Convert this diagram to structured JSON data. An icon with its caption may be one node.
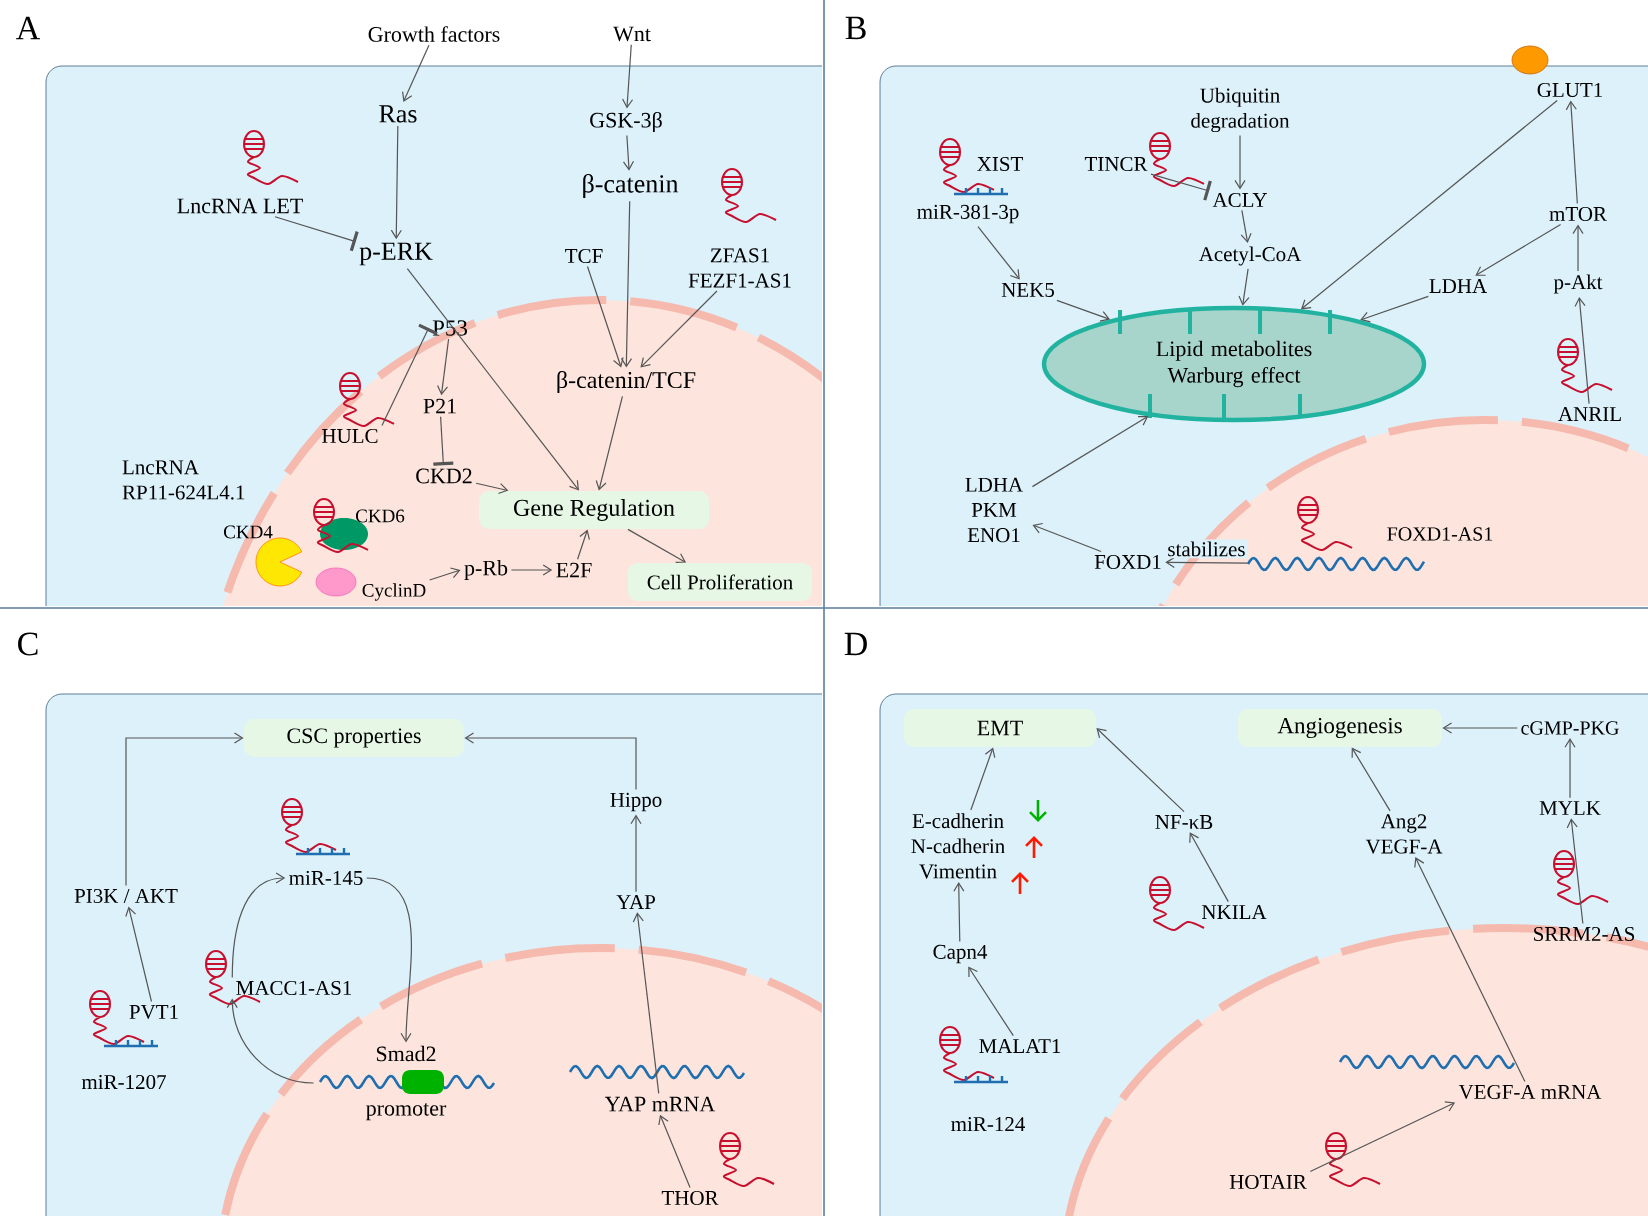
{
  "diagram": {
    "nodes": [
      {
        "text": [
          "Growth factors"
        ]
      },
      {
        "text": [
          "Wnt"
        ]
      },
      {
        "text": [
          "Ras"
        ]
      },
      {
        "text": [
          "GSK-3β"
        ]
      },
      {
        "text": [
          "β-catenin"
        ]
      },
      {
        "text": [
          "LncRNA LET"
        ]
      },
      {
        "text": [
          "p-ERK"
        ]
      },
      {
        "text": [
          "TCF"
        ]
      },
      {
        "text": [
          "ZFAS1 FEZF1-AS1"
        ]
      },
      {
        "text": [
          "P53"
        ]
      },
      {
        "text": [
          "HULC"
        ]
      },
      {
        "text": [
          "P21"
        ]
      },
      {
        "text": [
          "β-catenin/TCF"
        ]
      },
      {
        "text": [
          "CKD2"
        ]
      },
      {
        "text": [
          "LncRNA RP11-624L4.1"
        ]
      },
      {
        "text": [
          "Gene Regulation"
        ]
      },
      {
        "text": [
          "CKD6"
        ]
      },
      {
        "text": [
          "CKD4"
        ]
      },
      {
        "text": [
          "CyclinD"
        ]
      },
      {
        "text": [
          "p-Rb"
        ]
      },
      {
        "text": [
          "E2F"
        ]
      },
      {
        "text": [
          "Cell Proliferation"
        ]
      },
      {
        "text": [
          "Ubiquitin degradation"
        ]
      },
      {
        "text": [
          "GLUT1"
        ]
      },
      {
        "text": [
          "XIST"
        ]
      },
      {
        "text": [
          "TINCR"
        ]
      },
      {
        "text": [
          "ACLY"
        ]
      },
      {
        "text": [
          "miR-381-3p"
        ]
      },
      {
        "text": [
          "mTOR"
        ]
      },
      {
        "text": [
          "Acetyl-CoA"
        ]
      },
      {
        "text": [
          "LDHA"
        ]
      },
      {
        "text": [
          "p-Akt"
        ]
      },
      {
        "text": [
          "NEK5"
        ]
      },
      {
        "text": [
          "Lipid metabolites Warburg effect"
        ]
      },
      {
        "text": [
          "ANRIL"
        ]
      },
      {
        "text": [
          "LDHA PKM ENO1"
        ]
      },
      {
        "text": [
          "FOXD1-AS1"
        ]
      },
      {
        "text": [
          "FOXD1"
        ]
      },
      {
        "text": [],
        "shape": "picture"
      },
      {
        "text": [
          "CSC properties"
        ]
      },
      {
        "text": [
          "Hippo"
        ]
      },
      {
        "text": [
          "miR-145"
        ]
      },
      {
        "text": [
          "PI3K / AKT"
        ]
      },
      {
        "text": [
          "YAP"
        ]
      },
      {
        "text": [
          "MACC1-AS1"
        ]
      },
      {
        "text": [
          "PVT1"
        ]
      },
      {
        "text": [
          "miR-1207"
        ]
      },
      {
        "text": [
          "Smad2",
          "promoter"
        ]
      },
      {
        "text": [
          "YAP mRNA"
        ]
      },
      {
        "text": [
          "THOR"
        ]
      },
      {
        "text": [
          "EMT"
        ]
      },
      {
        "text": [
          "Angiogenesis"
        ]
      },
      {
        "text": [
          "cGMP-PKG"
        ]
      },
      {
        "text": [
          "MYLK"
        ]
      },
      {
        "text": [
          "NF-κB"
        ]
      },
      {
        "text": [
          "Ang2 VEGF-A"
        ]
      },
      {
        "text": [
          "E-cadherin N-cadherin Vimentin"
        ]
      },
      {
        "text": [
          "NKILA"
        ]
      },
      {
        "text": [
          "SRRM2-AS"
        ]
      },
      {
        "text": [
          "Capn4"
        ]
      },
      {
        "text": [
          "MALAT1"
        ]
      },
      {
        "text": [
          "miR-124"
        ]
      },
      {
        "text": [
          "VEGF-A mRNA"
        ]
      },
      {
        "text": [
          "HOTAIR"
        ]
      }
    ],
    "edges": [
      {
        "from": 0,
        "to": 2,
        "arrow": "to"
      },
      {
        "from": 2,
        "to": 6,
        "arrow": "to"
      },
      {
        "from": 1,
        "to": 3,
        "arrow": "to"
      },
      {
        "from": 3,
        "to": 4,
        "arrow": "to"
      },
      {
        "from": 4,
        "to": 12,
        "arrow": "to"
      },
      {
        "from": 7,
        "to": 12,
        "arrow": "to"
      },
      {
        "from": 8,
        "to": 12,
        "arrow": "to"
      },
      {
        "from": 5,
        "to": 6,
        "arrow": "other"
      },
      {
        "from": 6,
        "to": 15,
        "arrow": "to"
      },
      {
        "from": 10,
        "to": 9,
        "arrow": "other"
      },
      {
        "from": 9,
        "to": 11,
        "arrow": "to"
      },
      {
        "from": 11,
        "to": 13,
        "arrow": "other"
      },
      {
        "from": 13,
        "to": 15,
        "arrow": "to"
      },
      {
        "from": 12,
        "to": 15,
        "arrow": "to"
      },
      {
        "from": 18,
        "to": 19,
        "arrow": "to"
      },
      {
        "from": 19,
        "to": 20,
        "arrow": "to"
      },
      {
        "from": 20,
        "to": 15,
        "arrow": "to"
      },
      {
        "from": 15,
        "to": 21,
        "arrow": "to"
      },
      {
        "from": 22,
        "to": 26,
        "arrow": "to"
      },
      {
        "from": 25,
        "to": 26,
        "arrow": "other"
      },
      {
        "from": 26,
        "to": 29,
        "arrow": "to"
      },
      {
        "from": 29,
        "to": 33,
        "arrow": "to"
      },
      {
        "from": 27,
        "to": 32,
        "arrow": "to"
      },
      {
        "from": 32,
        "to": 33,
        "arrow": "to"
      },
      {
        "from": 23,
        "to": 33,
        "arrow": "to"
      },
      {
        "from": 28,
        "to": 23,
        "arrow": "to"
      },
      {
        "from": 31,
        "to": 28,
        "arrow": "to"
      },
      {
        "from": 34,
        "to": 31,
        "arrow": "to"
      },
      {
        "from": 28,
        "to": 30,
        "arrow": "to"
      },
      {
        "from": 30,
        "to": 33,
        "arrow": "to"
      },
      {
        "from": 35,
        "to": 33,
        "arrow": "to"
      },
      {
        "from": 37,
        "to": 35,
        "arrow": "to"
      },
      {
        "from": 38,
        "to": 37,
        "arrow": "to",
        "label": "stabilizes"
      },
      {
        "from": 45,
        "to": 42,
        "arrow": "to"
      },
      {
        "from": 42,
        "to": 39,
        "arrow": "to"
      },
      {
        "from": 44,
        "to": 41,
        "arrow": "to"
      },
      {
        "from": 41,
        "to": 47,
        "arrow": "to"
      },
      {
        "from": 47,
        "to": 44,
        "arrow": "to"
      },
      {
        "from": 48,
        "to": 43,
        "arrow": "to"
      },
      {
        "from": 43,
        "to": 40,
        "arrow": "to"
      },
      {
        "from": 40,
        "to": 39,
        "arrow": "to"
      },
      {
        "from": 49,
        "to": 48,
        "arrow": "to"
      },
      {
        "from": 56,
        "to": 50,
        "arrow": "to"
      },
      {
        "from": 59,
        "to": 56,
        "arrow": "to"
      },
      {
        "from": 60,
        "to": 59,
        "arrow": "to"
      },
      {
        "from": 57,
        "to": 54,
        "arrow": "to"
      },
      {
        "from": 54,
        "to": 50,
        "arrow": "to"
      },
      {
        "from": 55,
        "to": 51,
        "arrow": "to"
      },
      {
        "from": 62,
        "to": 55,
        "arrow": "to"
      },
      {
        "from": 63,
        "to": 62,
        "arrow": "to"
      },
      {
        "from": 58,
        "to": 53,
        "arrow": "to"
      },
      {
        "from": 53,
        "to": 52,
        "arrow": "to"
      },
      {
        "from": 52,
        "to": 51,
        "arrow": "to"
      }
    ],
    "labels": [
      "A",
      "B",
      "C",
      "D"
    ]
  }
}
